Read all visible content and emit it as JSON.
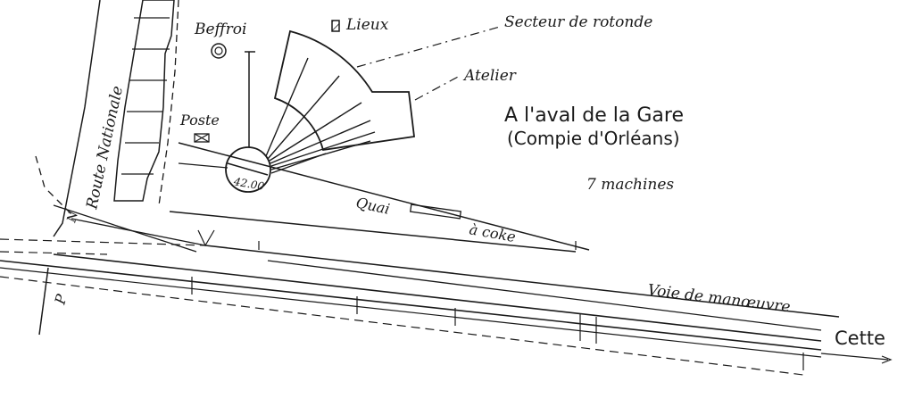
{
  "labels": {
    "beffroi": "Beffroi",
    "lieux": "Lieux",
    "secteur": "Secteur de rotonde",
    "atelier": "Atelier",
    "title_line1": "A l'aval de la Gare",
    "title_line2": "(Compie d'Orléans)",
    "machines": "7 machines",
    "poste": "Poste",
    "turntable": "42.00",
    "route": "Route Nationale",
    "quai": "Quai",
    "coke": "à coke",
    "manoeuvre": "Voie de manœuvre",
    "cette": "Cette",
    "n": "N",
    "p": "P"
  },
  "colors": {
    "ink": "#1a1a1a",
    "paper": "#ffffff"
  }
}
